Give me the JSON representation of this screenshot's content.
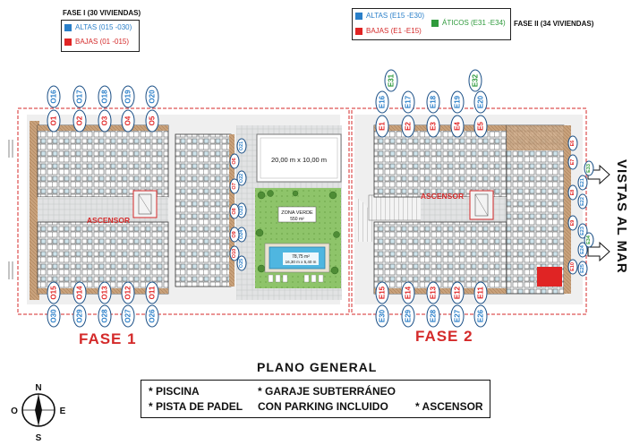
{
  "legend_fase1": {
    "title": "FASE I (30 VIVIENDAS)",
    "altas": "ALTAS (015 -030)",
    "bajas": "BAJAS (01 -015)"
  },
  "legend_fase2": {
    "altas": "ALTAS (E15 -E30)",
    "bajas": "BAJAS (E1 -E15)",
    "aticos": "ÁTICOS (E31 -E34)",
    "title": "FASE II (34 VIVIENDAS)"
  },
  "colors": {
    "altas": "#2a7fc9",
    "bajas": "#e02424",
    "aticos": "#2f9a3c",
    "phase_red": "#d42a2a"
  },
  "plan": {
    "court_label": "20,00 m x 10,00 m",
    "zona_verde": "ZONA VERDE",
    "zona_verde_area": "550 m²",
    "pool_area": "78,75 m²",
    "pool_dims": "16,30 m x 5,40 m",
    "ascensor": "ASCENSOR"
  },
  "phase1_label": "FASE 1",
  "phase2_label": "FASE 2",
  "vistas": "VISTAS AL MAR",
  "plan_title": "PLANO GENERAL",
  "amenities": {
    "piscina": "* PISCINA",
    "padel": "* PISTA DE PADEL",
    "garaje": "* GARAJE SUBTERRÁNEO",
    "parking": "CON PARKING INCLUIDO",
    "ascensor": "* ASCENSOR"
  },
  "compass": {
    "n": "N",
    "s": "S",
    "e": "E",
    "o": "O"
  },
  "markers": {
    "top_left_altas": [
      "O16",
      "O17",
      "O18",
      "O19",
      "O20"
    ],
    "top_left_bajas": [
      "O1",
      "O2",
      "O3",
      "O4",
      "O5"
    ],
    "center_left_altas": [
      "O21",
      "O22",
      "O23",
      "O24",
      "O25"
    ],
    "center_left_bajas": [
      "O6",
      "O7",
      "O8",
      "O9",
      "O10"
    ],
    "bottom_left_bajas": [
      "O15",
      "O14",
      "O13",
      "O12",
      "O11"
    ],
    "bottom_left_altas": [
      "O30",
      "O29",
      "O28",
      "O27",
      "O26"
    ],
    "top_right_aticos": [
      "E31",
      "E32"
    ],
    "top_right_altas": [
      "E16",
      "E17",
      "E18",
      "E19",
      "E20"
    ],
    "top_right_bajas": [
      "E1",
      "E2",
      "E3",
      "E4",
      "E5"
    ],
    "right_bajas": [
      "E6",
      "E7",
      "E8",
      "E9",
      "E10"
    ],
    "right_altas": [
      "E21",
      "E22",
      "E23",
      "E24",
      "E25"
    ],
    "right_aticos": [
      "E33",
      "E34"
    ],
    "bottom_right_bajas": [
      "E15",
      "E14",
      "E13",
      "E12",
      "E11"
    ],
    "bottom_right_altas": [
      "E30",
      "E29",
      "E28",
      "E27",
      "E26"
    ]
  }
}
